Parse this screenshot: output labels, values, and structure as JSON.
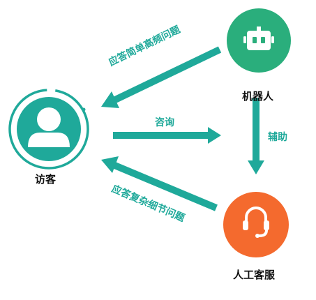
{
  "nodes": {
    "visitor": {
      "label": "访客"
    },
    "robot": {
      "label": "机器人"
    },
    "human": {
      "label": "人工客服"
    }
  },
  "edges": {
    "robot_to_visitor": {
      "label": "应答简单高频问题"
    },
    "visitor_to_robot": {
      "label": "咨询"
    },
    "robot_to_human": {
      "label": "辅助"
    },
    "human_to_visitor": {
      "label": "应答复杂细节问题"
    }
  },
  "colors": {
    "arrow": "#1fa99a",
    "visitor_ring": "#1fa99a",
    "robot_circle": "#2aae7c",
    "human_circle": "#f46a2e"
  }
}
